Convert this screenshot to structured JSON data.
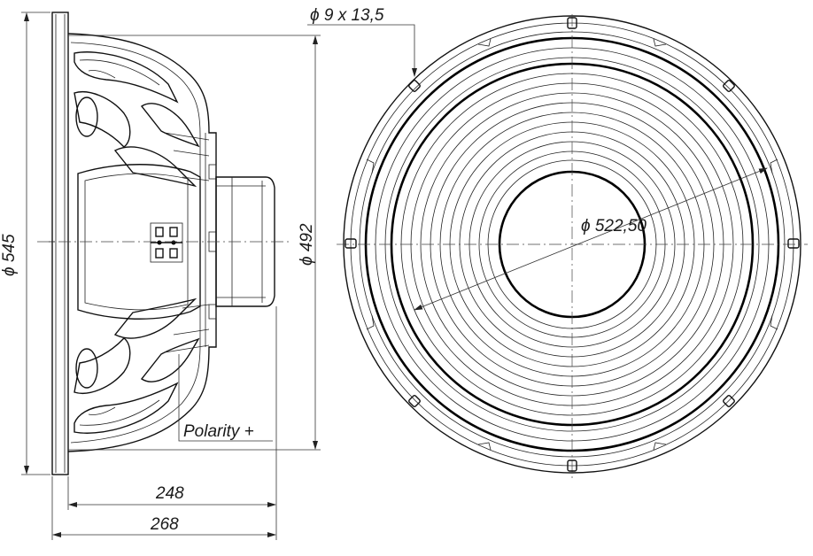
{
  "dimensions": {
    "overall_diameter": "ϕ 545",
    "baffle_cutout": "ϕ 492",
    "bolt_circle": "ϕ 522,50",
    "mounting_holes": "ϕ 9 x 13,5",
    "depth_without_flange": "248",
    "overall_depth": "268"
  },
  "labels": {
    "polarity": "Polarity +"
  },
  "colors": {
    "line": "#000000",
    "background": "#ffffff"
  }
}
